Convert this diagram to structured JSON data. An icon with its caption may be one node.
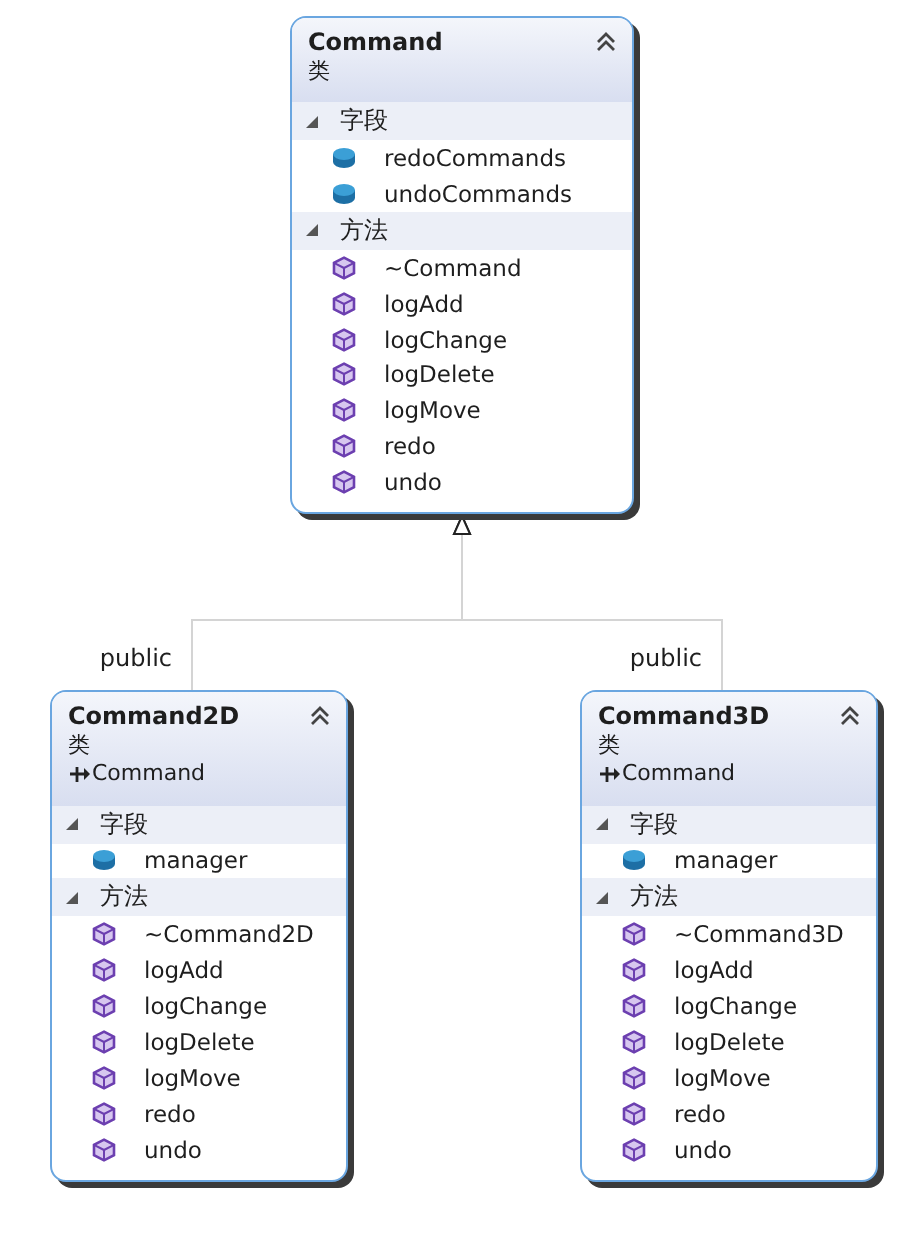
{
  "diagram": {
    "nodes": [
      {
        "text": [
          "Command",
          "类"
        ]
      },
      {
        "text": [
          "字段",
          "redoCommands",
          "undoCommands"
        ],
        "in": 0
      },
      {
        "text": [
          "方法",
          "~Command",
          "logAdd",
          "logChange",
          "logDelete",
          "logMove",
          "redo",
          "undo"
        ],
        "in": 0
      },
      {
        "text": [
          "Command2D",
          "类",
          "Command"
        ]
      },
      {
        "text": [
          "字段",
          "manager"
        ],
        "in": 3
      },
      {
        "text": [
          "方法",
          "~Command2D",
          "logAdd",
          "logChange",
          "logDelete",
          "logMove",
          "redo",
          "undo"
        ],
        "in": 3
      },
      {
        "text": [
          "Command3D",
          "类",
          "Command"
        ]
      },
      {
        "text": [
          "字段",
          "manager"
        ],
        "in": 6
      },
      {
        "text": [
          "方法",
          "~Command3D",
          "logAdd",
          "logChange",
          "logDelete",
          "logMove",
          "redo",
          "undo"
        ],
        "in": 6
      }
    ],
    "edges": [
      {
        "from": 3,
        "to": 0,
        "arrow": "to",
        "label": "public"
      },
      {
        "from": 6,
        "to": 0,
        "arrow": "to",
        "label": "public"
      }
    ]
  }
}
